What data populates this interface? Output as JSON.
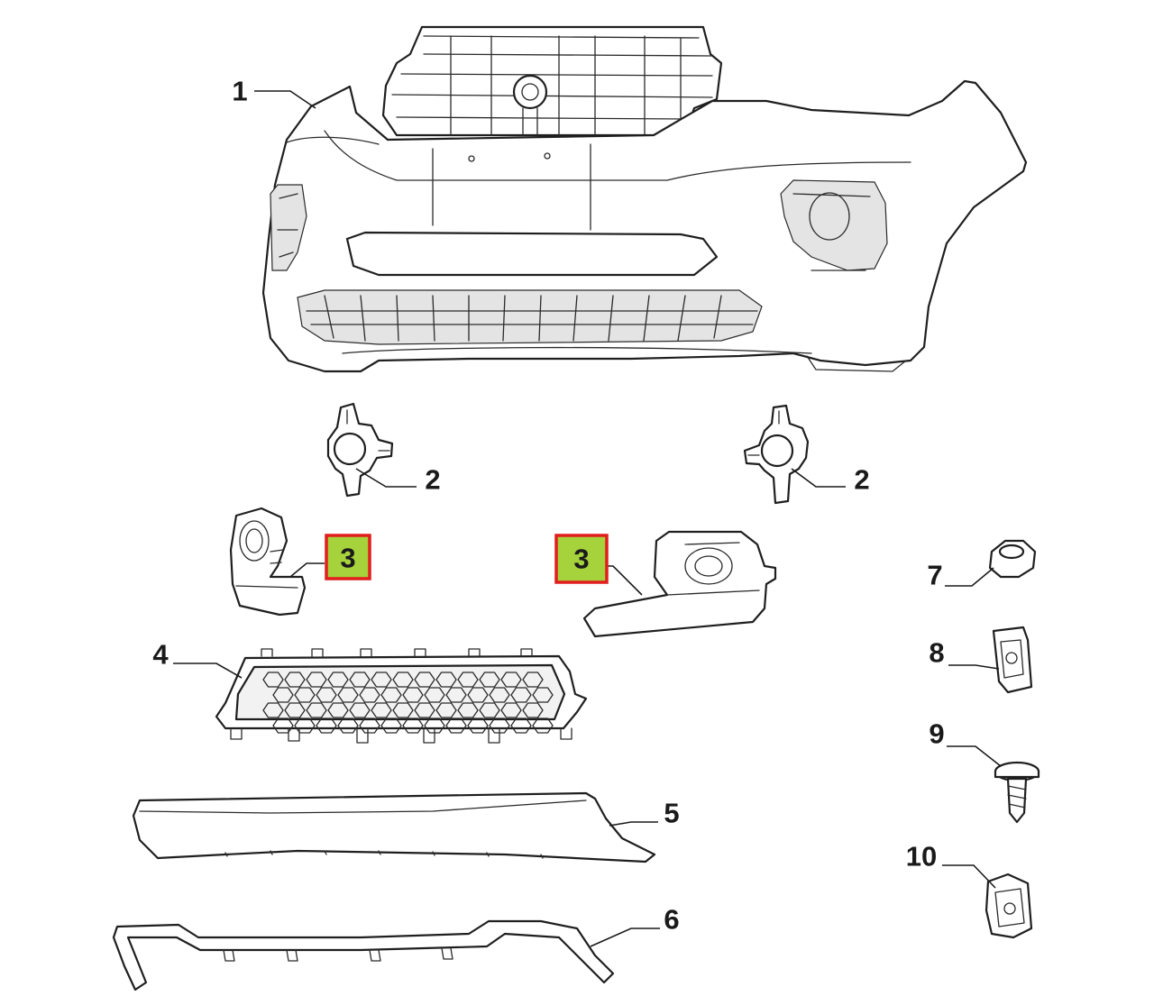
{
  "callouts": [
    {
      "id": "1",
      "label": "1"
    },
    {
      "id": "2a",
      "label": "2"
    },
    {
      "id": "2b",
      "label": "2"
    },
    {
      "id": "3a",
      "label": "3"
    },
    {
      "id": "3b",
      "label": "3"
    },
    {
      "id": "4",
      "label": "4"
    },
    {
      "id": "5",
      "label": "5"
    },
    {
      "id": "6",
      "label": "6"
    },
    {
      "id": "7",
      "label": "7"
    },
    {
      "id": "8",
      "label": "8"
    },
    {
      "id": "9",
      "label": "9"
    },
    {
      "id": "10",
      "label": "10"
    }
  ],
  "highlighted": [
    "3a",
    "3b"
  ],
  "colors": {
    "highlight_fill": "#a6d23c",
    "highlight_border": "#e11d1d",
    "line": "#1f1f1f"
  }
}
